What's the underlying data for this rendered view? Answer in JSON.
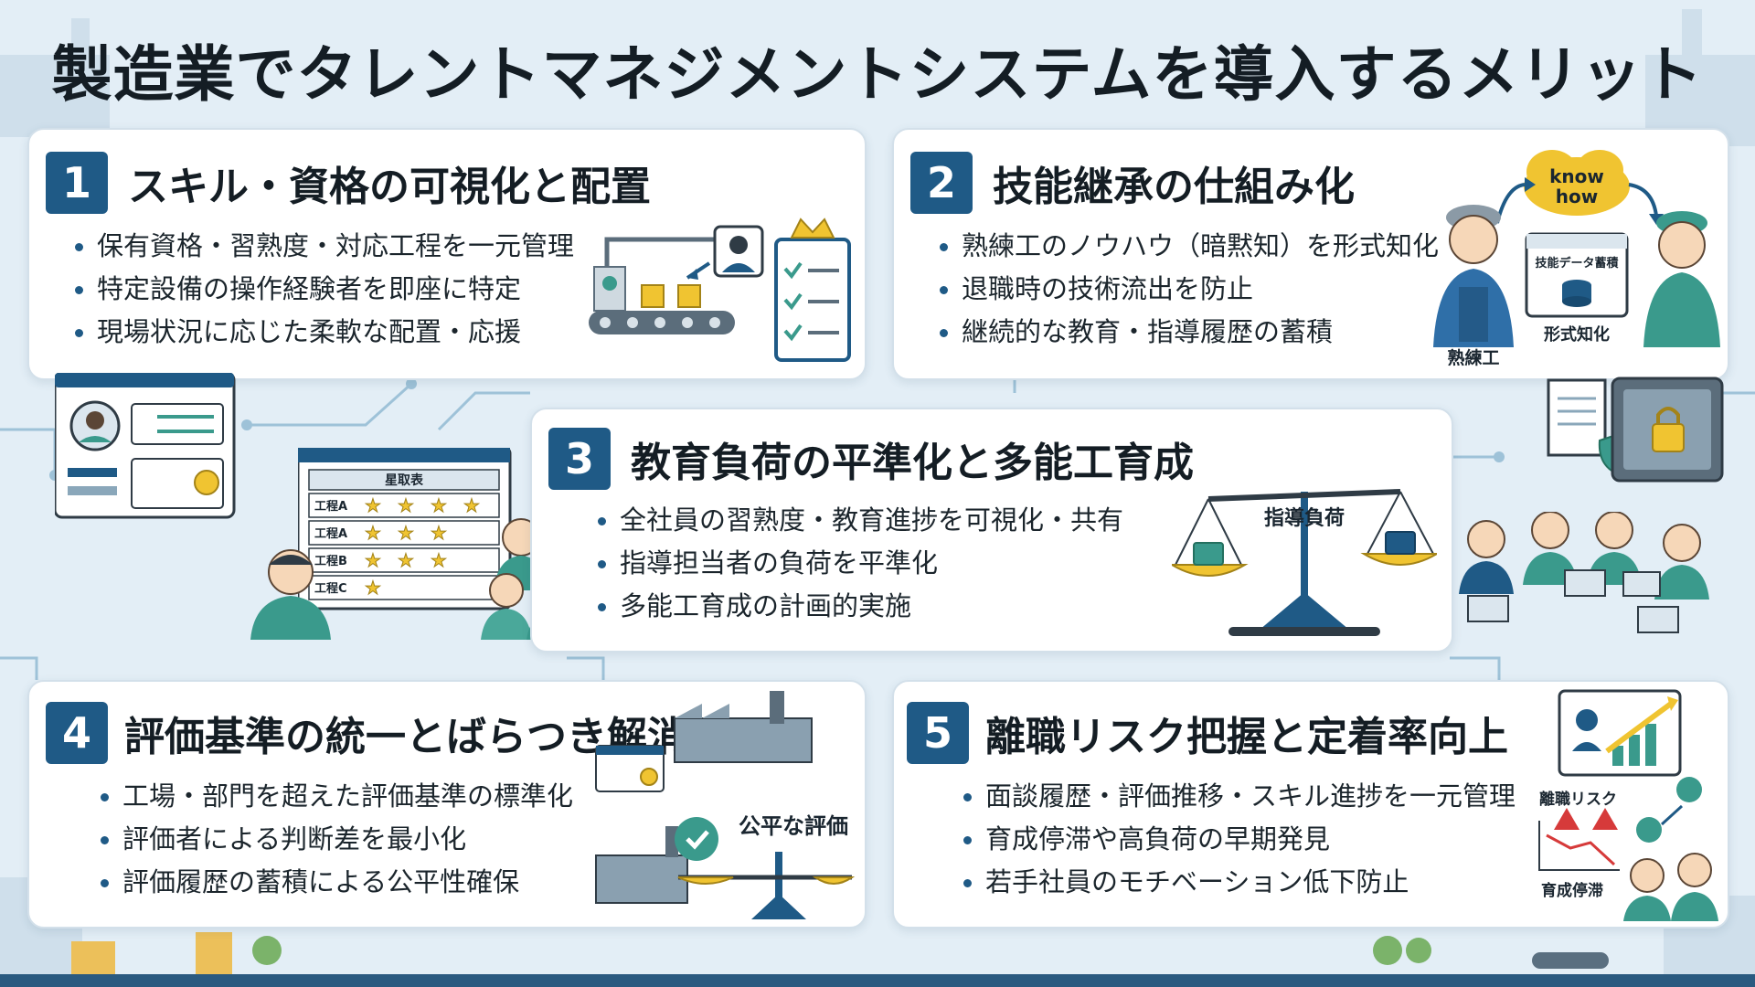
{
  "title": "製造業でタレントマネジメントシステムを導入するメリット",
  "colors": {
    "accent": "#1f5a86",
    "background": "#e3eef6",
    "card": "#ffffff",
    "teal": "#3a9a8c",
    "gold": "#f0c431"
  },
  "cards": [
    {
      "number": "1",
      "title": "スキル・資格の可視化と配置",
      "bullets": [
        "保有資格・習熟度・対応工程を一元管理",
        "特定設備の操作経験者を即座に特定",
        "現場状況に応じた柔軟な配置・応援"
      ],
      "icons": [
        "conveyor-icon",
        "manager-avatar-icon",
        "checklist-crown-icon"
      ]
    },
    {
      "number": "2",
      "title": "技能継承の仕組み化",
      "bullets": [
        "熟練工のノウハウ（暗黙知）を形式知化",
        "退職時の技術流出を防止",
        "継続的な教育・指導履歴の蓄積"
      ],
      "illustration": {
        "cloud_text_1": "know",
        "cloud_text_2": "how",
        "db_panel": "技能データ蓄積",
        "veteran_label": "熟練工",
        "explicit_label": "形式知化"
      }
    },
    {
      "number": "3",
      "title": "教育負荷の平準化と多能工育成",
      "bullets": [
        "全社員の習熟度・教育進捗を可視化・共有",
        "指導担当者の負荷を平準化",
        "多能工育成の計画的実施"
      ],
      "illustration": {
        "scale_label": "指導負荷"
      }
    },
    {
      "number": "4",
      "title": "評価基準の統一とばらつき解消",
      "bullets": [
        "工場・部門を超えた評価基準の標準化",
        "評価者による判断差を最小化",
        "評価履歴の蓄積による公平性確保"
      ],
      "illustration": {
        "fair_label": "公平な評価"
      }
    },
    {
      "number": "5",
      "title": "離職リスク把握と定着率向上",
      "bullets": [
        "面談履歴・評価推移・スキル進捗を一元管理",
        "育成停滞や高負荷の早期発見",
        "若手社員のモチベーション低下防止"
      ],
      "illustration": {
        "risk_label": "離職リスク",
        "stall_label": "育成停滞"
      }
    }
  ],
  "star_chart": {
    "title": "星取表",
    "rows": [
      {
        "label": "工程A",
        "stars": 4
      },
      {
        "label": "工程A",
        "stars": 3
      },
      {
        "label": "工程B",
        "stars": 3
      },
      {
        "label": "工程C",
        "stars": 1
      }
    ]
  },
  "icons": [
    "profile-card-icon",
    "star-chart-icon",
    "safe-lock-icon",
    "document-shield-icon",
    "team-laptops-icon",
    "growth-chart-icon",
    "factory-icon"
  ]
}
